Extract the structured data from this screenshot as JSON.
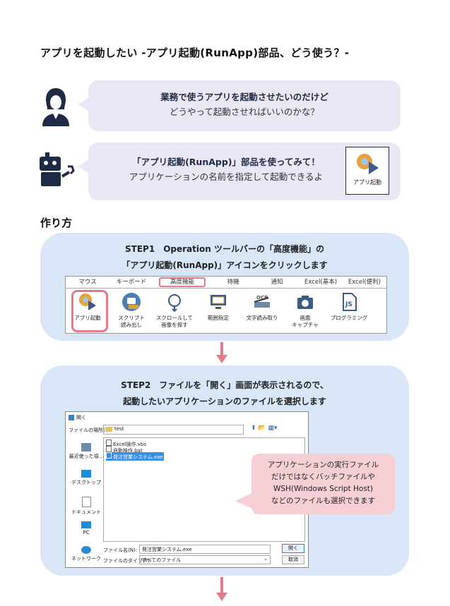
{
  "title": "アプリを起動したい -アプリ起動(RunApp)部品、どう使う？-",
  "dialog1": {
    "line1": "業務で使うアプリを起動させたいのだけど",
    "line2": "どうやって起動させればいいのかな？"
  },
  "dialog2": {
    "line1": "「アプリ起動(RunApp)」部品を使ってみて！",
    "line2": "アプリケーションの名前を指定して起動できるよ",
    "icon_label": "アプリ起動"
  },
  "howto_heading": "作り方",
  "step1": {
    "line1": "STEP1　Operation ツールバーの「高度機能」の",
    "line2": "「アプリ起動(RunApp)」アイコンをクリックします",
    "tabs": [
      "マウス",
      "キーボード",
      "高度機能",
      "待機",
      "通知",
      "Excel(基本)",
      "Excel(便利)"
    ],
    "selected_tab": "高度機能",
    "tools": [
      {
        "label": "アプリ起動",
        "icon": "gear-play-icon"
      },
      {
        "label": "スクリプト\n読み出し",
        "icon": "script-robot-icon"
      },
      {
        "label": "スクロールして\n画像を探す",
        "icon": "scroll-search-icon"
      },
      {
        "label": "範囲指定",
        "icon": "monitor-icon"
      },
      {
        "label": "文字読み取り",
        "icon": "ocr-scanner-icon"
      },
      {
        "label": "画面\nキャプチャ",
        "icon": "camera-icon"
      },
      {
        "label": "プログラミング",
        "icon": "js-file-icon"
      }
    ]
  },
  "step2": {
    "line1": "STEP2　ファイルを「開く」画面が表示されるので、",
    "line2": "起動したいアプリケーションのファイルを選択します",
    "dialog": {
      "title": "開く",
      "location_label": "ファイルの場所(I):",
      "location_value": "test",
      "places": [
        "最近使った項...",
        "デスクトップ",
        "ドキュメント",
        "PC",
        "ネットワーク"
      ],
      "files": [
        "Excel操作.vbs",
        "自動操作.bat",
        "発注営業システム.exe"
      ],
      "filename_label": "ファイル名(N):",
      "filename_value": "発注営業システム.exe",
      "filetype_label": "ファイルのタイプ(T):",
      "filetype_value": "すべてのファイル",
      "open_button": "開く",
      "cancel_button": "取消"
    },
    "callout": {
      "line1": "アプリケーションの実行ファイル",
      "line2": "だけではなくバッチファイルや",
      "line3": "WSH(Windows Script Host)",
      "line4": "などのファイルも選択できます"
    }
  },
  "colors": {
    "bubble": "#eae6f3",
    "panel": "#d8e6f8",
    "accent": "#e57a8b",
    "navy": "#1f2a44"
  }
}
